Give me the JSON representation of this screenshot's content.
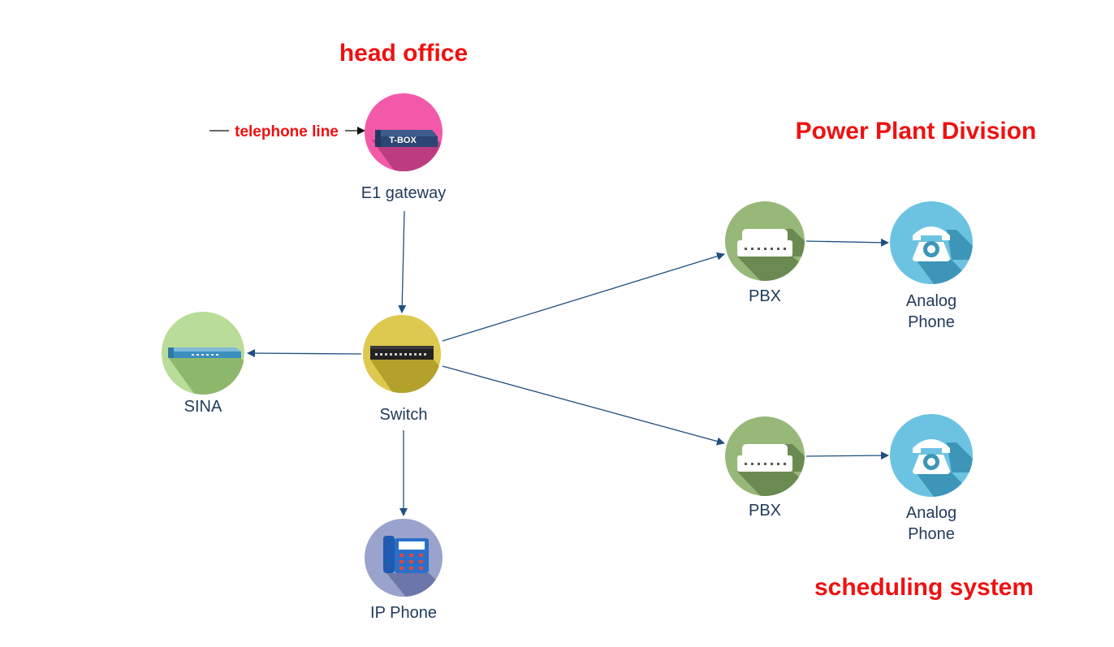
{
  "titles": {
    "head_office": "head office",
    "power_plant": "Power Plant Division",
    "scheduling": "scheduling system"
  },
  "telephone_line": "telephone line",
  "nodes": {
    "e1_gateway": {
      "label": "E1 gateway",
      "device_text": "T-BOX",
      "icon": "gateway-icon"
    },
    "switch": {
      "label": "Switch",
      "icon": "switch-icon"
    },
    "sina": {
      "label": "SINA",
      "icon": "router-icon"
    },
    "ip_phone": {
      "label": "IP Phone",
      "icon": "ip-phone-icon"
    },
    "pbx_top": {
      "label": "PBX",
      "icon": "pbx-icon"
    },
    "pbx_bottom": {
      "label": "PBX",
      "icon": "pbx-icon"
    },
    "analog_top": {
      "label_line1": "Analog",
      "label_line2": "Phone",
      "icon": "analog-phone-icon"
    },
    "analog_bottom": {
      "label_line1": "Analog",
      "label_line2": "Phone",
      "icon": "analog-phone-icon"
    }
  },
  "colors": {
    "title_red": "#ee1111",
    "arrow_blue": "#1f4f7f",
    "gateway_pink": "#f25aa9",
    "switch_yellow": "#ddc94f",
    "sina_green": "#b9dc98",
    "pbx_green": "#98b879",
    "analog_blue": "#6cc3e1",
    "ipphone_lavender": "#9aa3cb"
  }
}
